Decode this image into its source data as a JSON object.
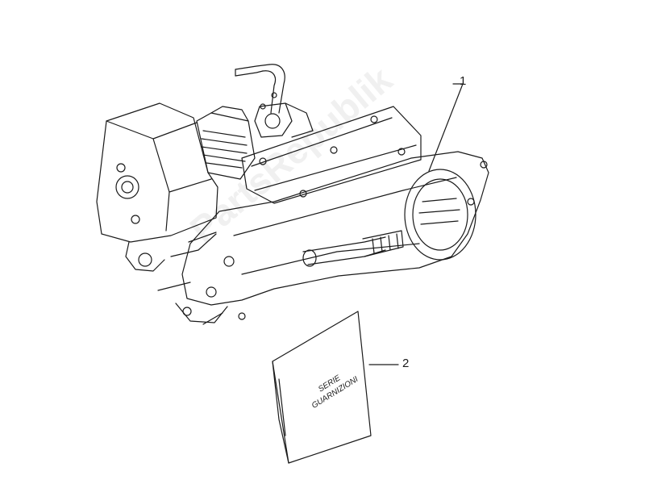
{
  "callouts": [
    {
      "number": "1"
    },
    {
      "number": "2"
    }
  ],
  "gasket_envelope": {
    "line1": "SERIE",
    "line2": "GUARNIZIONI"
  },
  "watermark": "PartsRepublik",
  "colors": {
    "line": "#1a1a1a",
    "background": "#ffffff"
  }
}
